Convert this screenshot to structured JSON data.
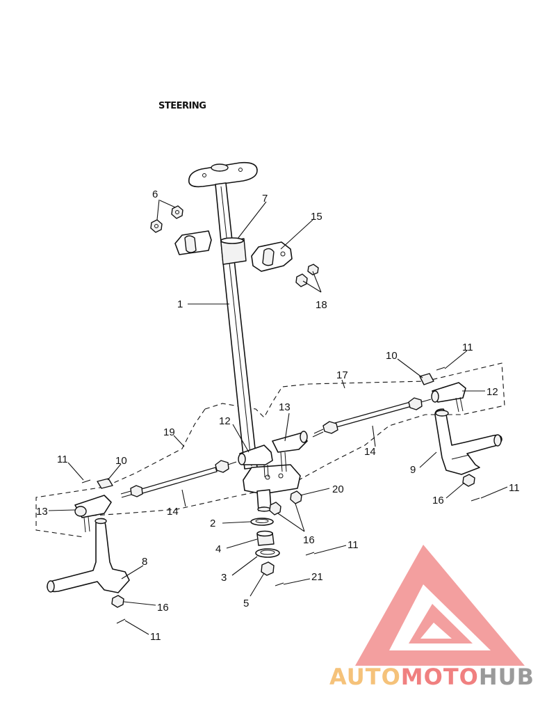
{
  "title": "STEERING",
  "callouts": {
    "c1": "1",
    "c2": "2",
    "c3": "3",
    "c4": "4",
    "c5": "5",
    "c6": "6",
    "c7": "7",
    "c8": "8",
    "c9": "9",
    "c10a": "10",
    "c10b": "10",
    "c11a": "11",
    "c11b": "11",
    "c11c": "11",
    "c11d": "11",
    "c11e": "11",
    "c12a": "12",
    "c12b": "12",
    "c13a": "13",
    "c13b": "13",
    "c14a": "14",
    "c14b": "14",
    "c15": "15",
    "c16a": "16",
    "c16b": "16",
    "c16c": "16",
    "c17": "17",
    "c18": "18",
    "c19": "19",
    "c20": "20",
    "c21": "21"
  },
  "watermark": {
    "part1": "AUTO",
    "part2": "MOTO",
    "part3": "HUB",
    "color_orange": "#f5c27a",
    "color_red": "#f08080",
    "color_gray": "#9a9a9a"
  }
}
